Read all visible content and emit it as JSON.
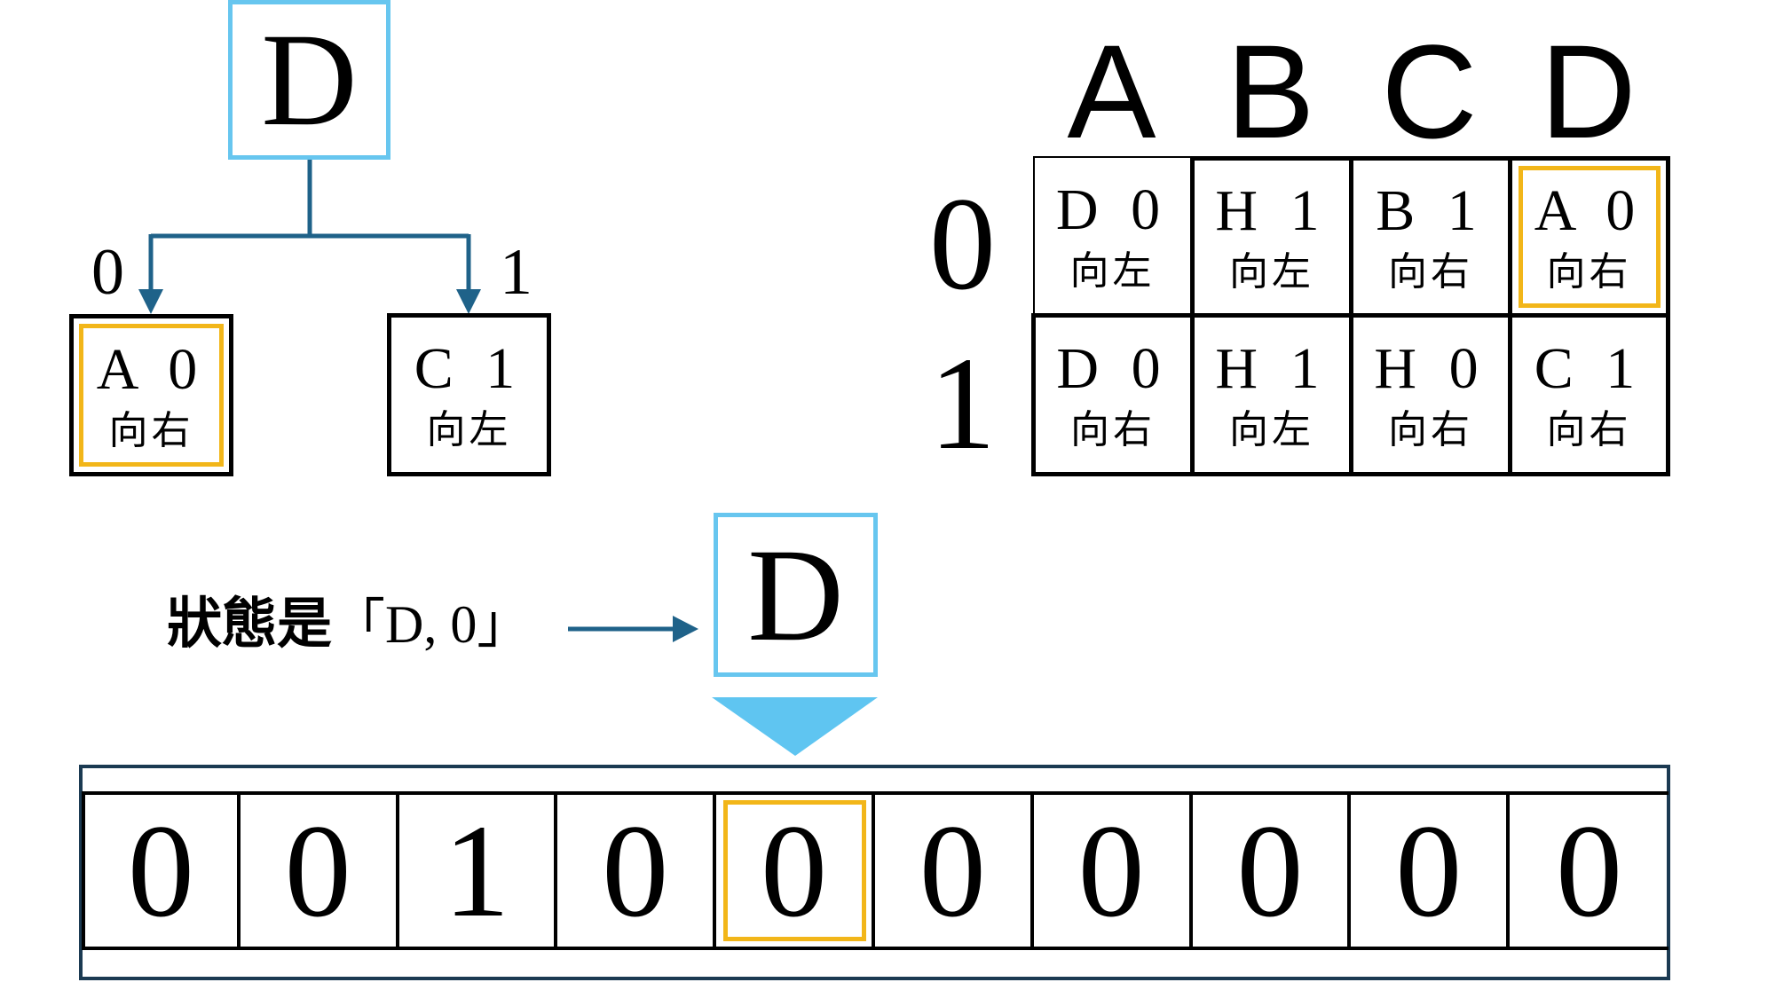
{
  "tree": {
    "state": "D",
    "branches": [
      "0",
      "1"
    ],
    "actions": [
      {
        "write": "A 0",
        "move": "向右",
        "highlighted": true
      },
      {
        "write": "C 1",
        "move": "向左",
        "highlighted": false
      }
    ]
  },
  "table": {
    "columns": [
      "A",
      "B",
      "C",
      "D"
    ],
    "rows": [
      {
        "label": "0",
        "cells": [
          {
            "write": "D 0",
            "move": "向左",
            "highlighted": false
          },
          {
            "write": "H 1",
            "move": "向左",
            "highlighted": false
          },
          {
            "write": "B 1",
            "move": "向右",
            "highlighted": false
          },
          {
            "write": "A 0",
            "move": "向右",
            "highlighted": true
          }
        ]
      },
      {
        "label": "1",
        "cells": [
          {
            "write": "D 0",
            "move": "向右",
            "highlighted": false
          },
          {
            "write": "H 1",
            "move": "向左",
            "highlighted": false
          },
          {
            "write": "H 0",
            "move": "向右",
            "highlighted": false
          },
          {
            "write": "C 1",
            "move": "向右",
            "highlighted": false
          }
        ]
      }
    ]
  },
  "status": {
    "label_cjk": "狀態是",
    "value": "「D, 0」"
  },
  "head": {
    "state": "D"
  },
  "tape": {
    "cells": [
      "0",
      "0",
      "1",
      "0",
      "0",
      "0",
      "0",
      "0",
      "0",
      "0"
    ],
    "head_index": 4
  },
  "colors": {
    "state_border": "#67c6ef",
    "highlight": "#f2b619",
    "arrow": "#1f6289",
    "tape_frame": "#1b3a52"
  }
}
